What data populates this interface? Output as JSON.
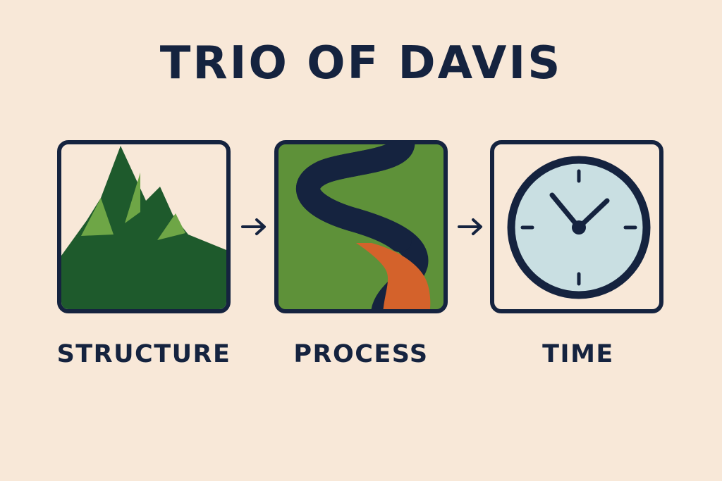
{
  "title": "TRIO OF DAVIS",
  "steps": [
    {
      "label": "STRUCTURE",
      "icon": "mountain-icon"
    },
    {
      "label": "PROCESS",
      "icon": "river-icon"
    },
    {
      "label": "TIME",
      "icon": "clock-icon"
    }
  ],
  "connectors": [
    "arrow-right-icon",
    "arrow-right-icon"
  ],
  "colors": {
    "background": "#f8e8d8",
    "ink": "#15233f",
    "mountain_dark": "#1e5a2c",
    "mountain_light": "#6ea646",
    "grass": "#5e9139",
    "river_dark": "#15233f",
    "river_sediment": "#d4622b",
    "clock_face": "#c9dfe2"
  }
}
